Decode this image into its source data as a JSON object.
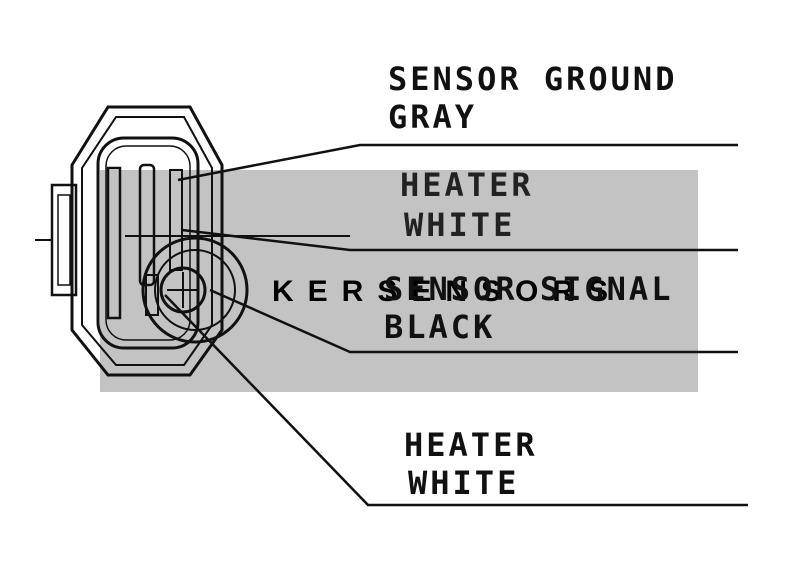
{
  "labels": {
    "sensor_ground": {
      "line1": "SENSOR GROUND",
      "line2": "GRAY"
    },
    "heater_top": {
      "line1": "HEATER",
      "line2": "WHITE"
    },
    "sensor_signal": {
      "line1": "SENSOR SIGNAL",
      "line2": "BLACK"
    },
    "heater_bottom": {
      "line1": "HEATER",
      "line2": "WHITE"
    }
  },
  "watermark": {
    "text": "KERSENSORS"
  },
  "colors": {
    "line": "#111111",
    "overlay_panel": "#b9b9b9",
    "background": "#ffffff"
  }
}
